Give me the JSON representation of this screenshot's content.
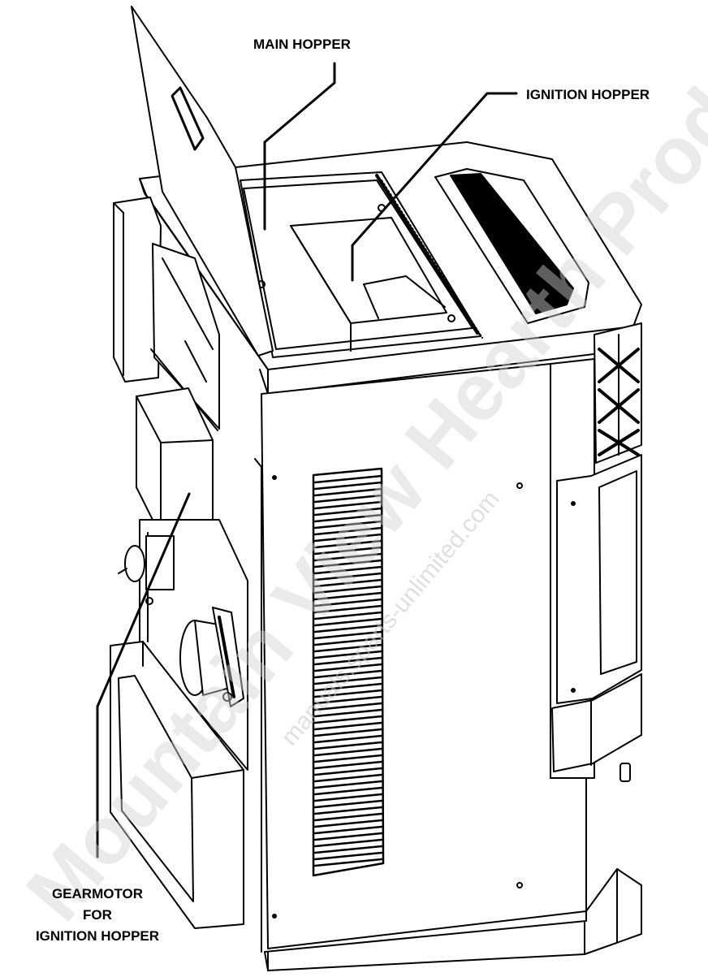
{
  "labels": {
    "main_hopper": "MAIN HOPPER",
    "ignition_hopper": "IGNITION HOPPER",
    "gearmotor_line1": "GEARMOTOR",
    "gearmotor_line2": "FOR",
    "gearmotor_line3": "IGNITION HOPPER"
  },
  "watermark": {
    "brand": "Mountain View Hearth Products",
    "site": "manuals.sparts-unlimited.com"
  },
  "colors": {
    "ink": "#000000",
    "paper": "#ffffff",
    "watermark": "#d2d2d2"
  }
}
